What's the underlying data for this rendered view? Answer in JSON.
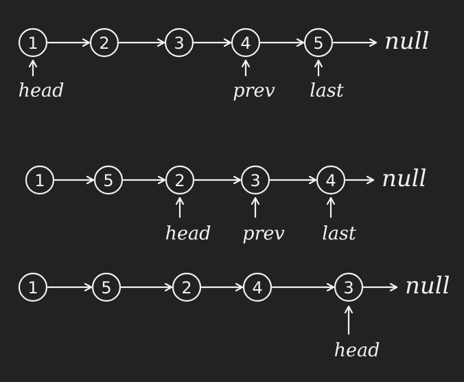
{
  "ink_color": "#f2f2f2",
  "background_color": "#222222",
  "rows": [
    {
      "nodes": [
        "1",
        "2",
        "3",
        "4",
        "5"
      ],
      "terminal": "null",
      "pointers": [
        {
          "label": "head",
          "node": 0
        },
        {
          "label": "prev",
          "node": 3
        },
        {
          "label": "last",
          "node": 4
        }
      ]
    },
    {
      "nodes": [
        "1",
        "5",
        "2",
        "3",
        "4"
      ],
      "terminal": "null",
      "pointers": [
        {
          "label": "head",
          "node": 2
        },
        {
          "label": "prev",
          "node": 3
        },
        {
          "label": "last",
          "node": 4
        }
      ]
    },
    {
      "nodes": [
        "1",
        "5",
        "2",
        "4",
        "3"
      ],
      "terminal": "null",
      "pointers": [
        {
          "label": "head",
          "node": 4
        }
      ]
    }
  ]
}
